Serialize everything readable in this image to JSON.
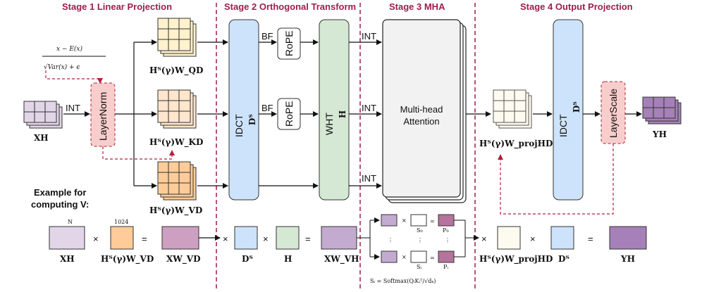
{
  "stages": {
    "s1": "Stage 1 Linear Projection",
    "s2": "Stage 2 Orthogonal Transform",
    "s3": "Stage 3 MHA",
    "s4": "Stage 4 Output Projection"
  },
  "formula": {
    "numerator": "x − E(x)",
    "denominator": "√Var(x) + ϵ"
  },
  "labels": {
    "int": "INT",
    "bf": "BF",
    "xh": "XH",
    "layernorm": "LayerNorm",
    "rope": "RoPE",
    "idct": "IDCT",
    "dt": "Dᵀ",
    "wht": "WHT",
    "h": "H",
    "mha_line1": "Multi-head",
    "mha_line2": "Attention",
    "layerscale": "LayerScale",
    "yh": "YH",
    "wq": "Hᵀ(γ)W_QD",
    "wk": "Hᵀ(γ)W_KD",
    "wv": "Hᵀ(γ)W_VD",
    "wproj": "Hᵀ(γ)W_projHD"
  },
  "example": {
    "title_line1": "Example for",
    "title_line2": "computing V:",
    "n": "N",
    "dim": "1024",
    "times": "×",
    "equals": "=",
    "xh": "XH",
    "wv": "Hᵀ(γ)W_VD",
    "xwvd": "XW_VD",
    "dt": "Dᵀ",
    "h": "H",
    "xwvh": "XW_VH",
    "s0": "S₀",
    "si": "Sᵢ",
    "p0": "P₀",
    "pi": "Pᵢ",
    "dots": "⋮",
    "softmax": "Sᵢ = Softmax(QᵢKᵢᵀ/√dₖ)",
    "wproj": "Hᵀ(γ)W_projHD",
    "dt2": "Dᵀ",
    "yh": "YH"
  },
  "colors": {
    "stage_text": "#9e1e4a",
    "dashed_red": "#b0223a",
    "idct_fill": "#cde3fb",
    "wht_fill": "#d5e8d4",
    "layernorm_fill": "#f8cecc",
    "xh_fill": "#e1d5e7",
    "yh_fill": "#a680b8",
    "wq_fill": "#fff2cc",
    "wk_fill": "#ffe6cc",
    "wv_fill": "#ffcc99",
    "xwvd_fill": "#cd9fc0",
    "xwvh_fill": "#c3abd0"
  }
}
